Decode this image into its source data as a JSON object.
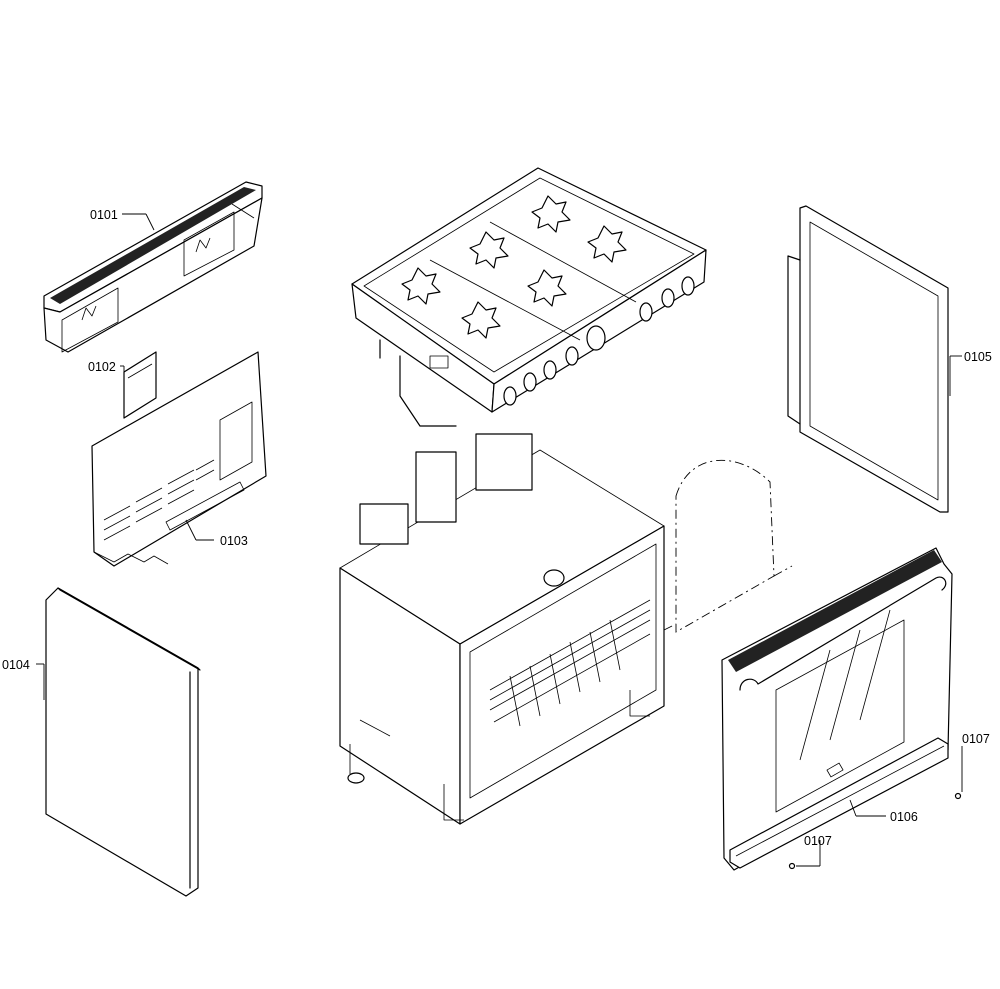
{
  "diagram": {
    "labels": {
      "p0101": "0101",
      "p0102": "0102",
      "p0103": "0103",
      "p0104": "0104",
      "p0105": "0105",
      "p0106": "0106",
      "p0107_top": "0107",
      "p0107_bottom": "0107"
    }
  }
}
